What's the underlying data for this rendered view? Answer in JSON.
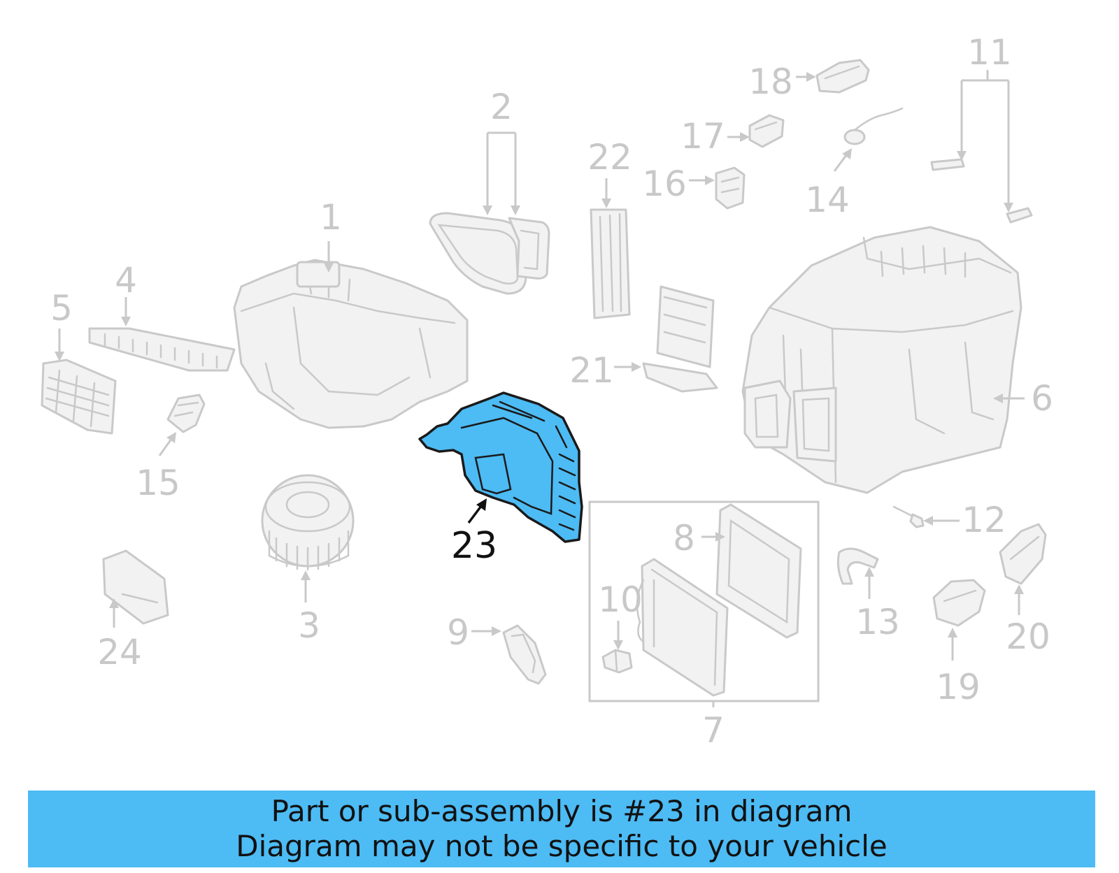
{
  "colors": {
    "highlight": "#4dbbf4",
    "banner_bg": "#4dbbf4",
    "faded_line": "#c9c9c9",
    "faded_label": "#c8c8c8",
    "highlight_outline": "#1a1a1a"
  },
  "diagram": {
    "highlighted_callout": "23",
    "callouts": [
      "1",
      "2",
      "3",
      "4",
      "5",
      "6",
      "7",
      "8",
      "9",
      "10",
      "11",
      "12",
      "13",
      "14",
      "15",
      "16",
      "17",
      "18",
      "19",
      "20",
      "21",
      "22",
      "23",
      "24"
    ]
  },
  "banner": {
    "line1": "Part or sub-assembly is #23 in diagram",
    "line2": "Diagram may not be specific to your vehicle"
  }
}
